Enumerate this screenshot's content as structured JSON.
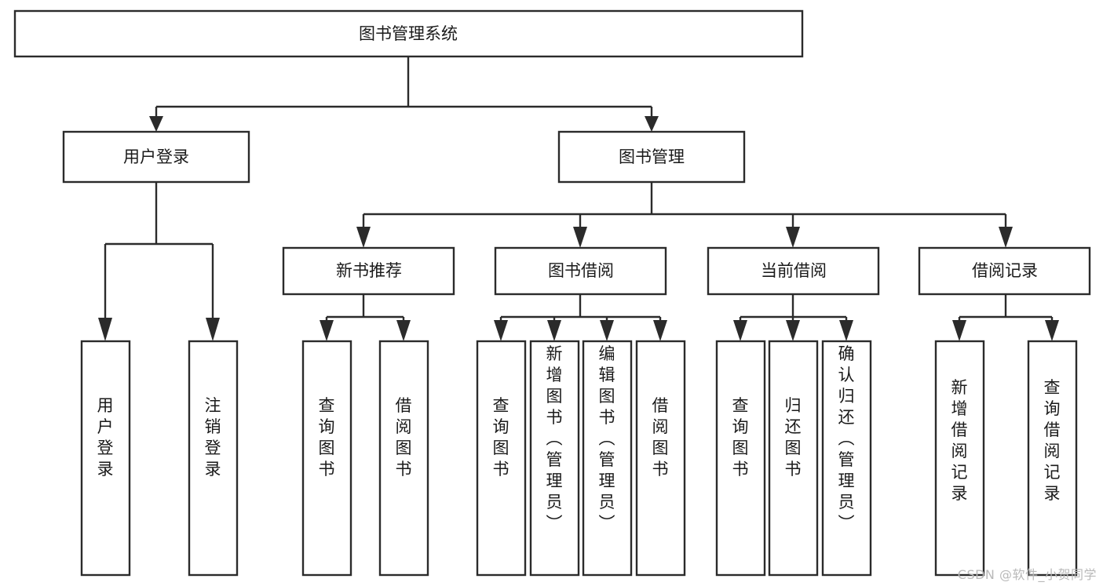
{
  "diagram": {
    "type": "tree-hierarchy",
    "title": "图书管理系统",
    "watermark": "CSDN @软件_小贺同学",
    "colors": {
      "stroke": "#2b2b2b",
      "fill": "#ffffff",
      "text": "#1a1a1a",
      "watermark": "#b9b9b9"
    },
    "levels": {
      "root": {
        "label": "图书管理系统"
      },
      "level2": [
        {
          "label": "用户登录"
        },
        {
          "label": "图书管理"
        }
      ],
      "level3": [
        {
          "label": "新书推荐"
        },
        {
          "label": "图书借阅"
        },
        {
          "label": "当前借阅"
        },
        {
          "label": "借阅记录"
        }
      ],
      "leaves_user_login": [
        {
          "label": "用户登录"
        },
        {
          "label": "注销登录"
        }
      ],
      "leaves_new_book": [
        {
          "label": "查询图书"
        },
        {
          "label": "借阅图书"
        }
      ],
      "leaves_borrow": [
        {
          "label": "查询图书"
        },
        {
          "label": "新增图书（管理员）"
        },
        {
          "label": "编辑图书（管理员）"
        },
        {
          "label": "借阅图书"
        }
      ],
      "leaves_current": [
        {
          "label": "查询图书"
        },
        {
          "label": "归还图书"
        },
        {
          "label": "确认归还（管理员）"
        }
      ],
      "leaves_record": [
        {
          "label": "新增借阅记录"
        },
        {
          "label": "查询借阅记录"
        }
      ]
    }
  }
}
